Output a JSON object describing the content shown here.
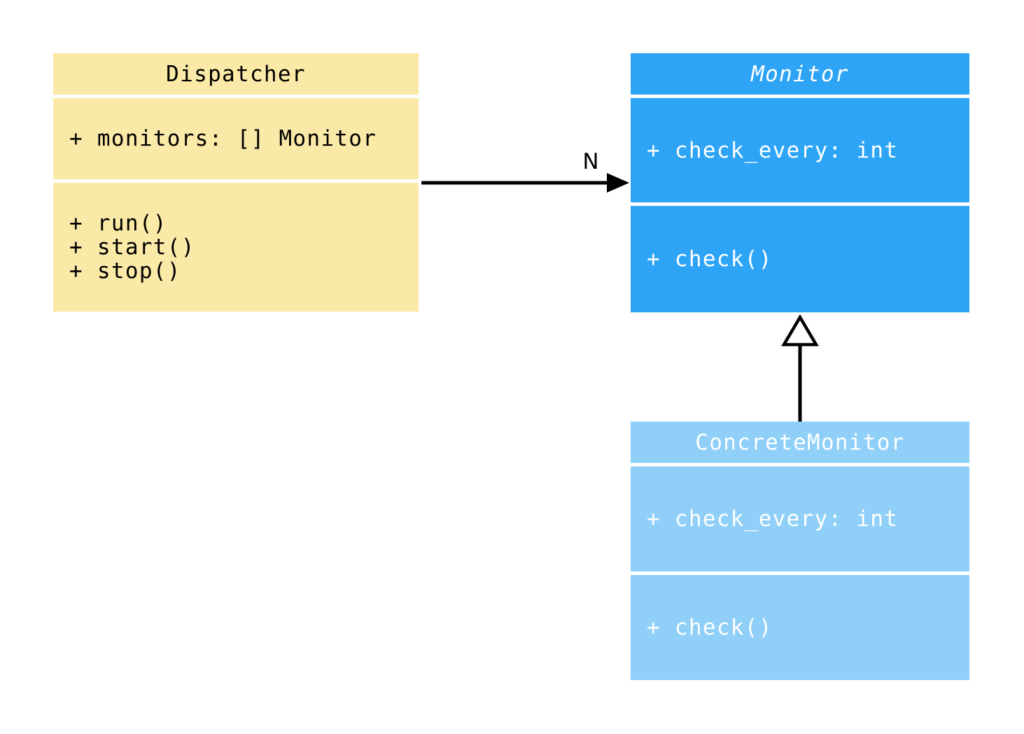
{
  "diagram": {
    "background": "#ffffff",
    "classes": [
      {
        "name": "Dispatcher",
        "abstract": false,
        "fill": "#FBE9A7",
        "text_color": "#000000",
        "attributes": [
          "+ monitors: [] Monitor"
        ],
        "methods": [
          "+ run()",
          "+ start()",
          "+ stop()"
        ]
      },
      {
        "name": "Monitor",
        "abstract": true,
        "fill": "#2EA4F7",
        "text_color": "#ffffff",
        "attributes": [
          "+ check_every: int"
        ],
        "methods": [
          "+ check()"
        ]
      },
      {
        "name": "ConcreteMonitor",
        "abstract": false,
        "fill": "#8FCFF8",
        "text_color": "#ffffff",
        "attributes": [
          "+ check_every: int"
        ],
        "methods": [
          "+ check()"
        ]
      }
    ],
    "relationships": [
      {
        "type": "association",
        "from": "Dispatcher",
        "to": "Monitor",
        "label": "N",
        "color": "#000000"
      },
      {
        "type": "generalization",
        "from": "ConcreteMonitor",
        "to": "Monitor",
        "color": "#000000"
      }
    ]
  }
}
